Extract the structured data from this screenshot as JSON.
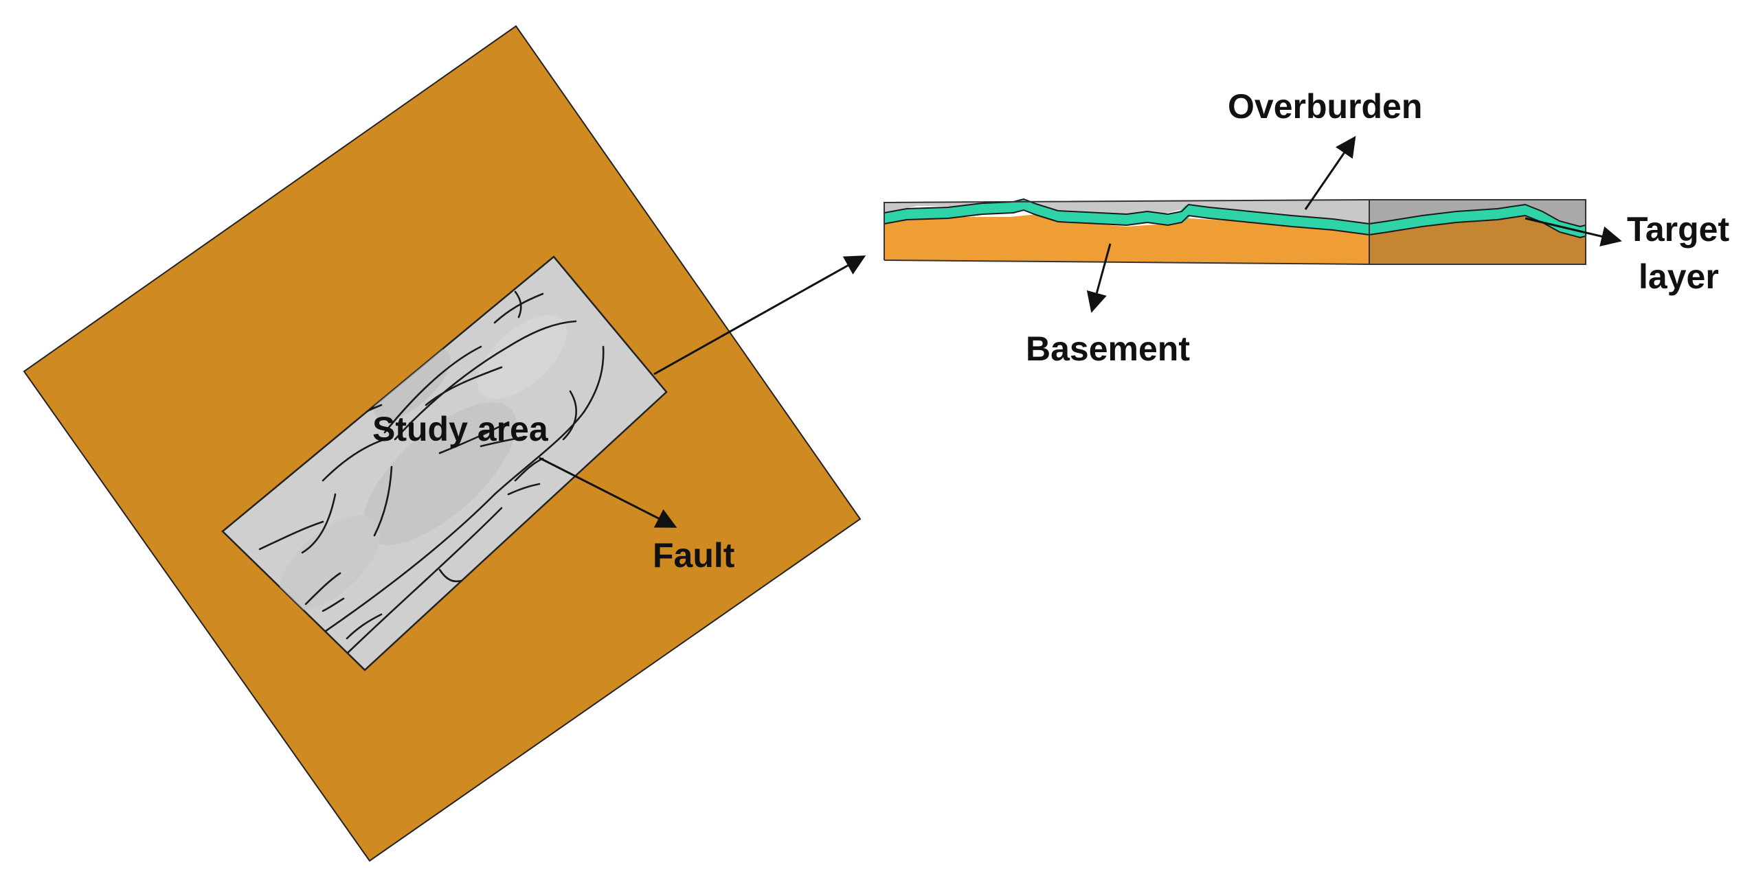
{
  "labels": {
    "study_area": "Study area",
    "fault": "Fault",
    "overburden": "Overburden",
    "basement": "Basement",
    "target_layer_line1": "Target",
    "target_layer_line2": "layer"
  },
  "colors": {
    "outer_block": "#D08A22",
    "study_area_fill": "#CFCFCF",
    "overburden": "#C8C8C8",
    "overburden_side": "#A9A9A9",
    "target_layer": "#2FD3A8",
    "basement": "#EE9E35",
    "basement_side": "#C68530",
    "line": "#1a1a1a"
  }
}
